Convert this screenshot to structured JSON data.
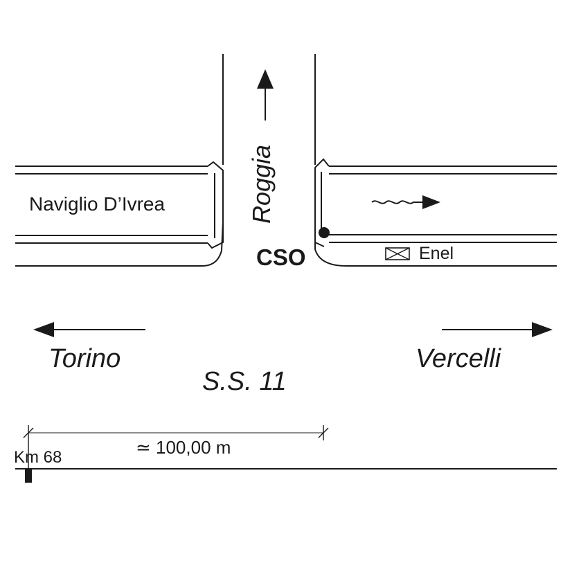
{
  "labels": {
    "canal_west": "Naviglio D’Ivrea",
    "channel": "Roggia",
    "cso": "CSO",
    "enel": "Enel",
    "torino": "Torino",
    "vercelli": "Vercelli",
    "road": "S.S. 11",
    "distance": "≃ 100,00 m",
    "km_marker": "Km 68"
  },
  "icons": {
    "enel": "electrical-cabinet-icon",
    "cso": "cso-outfall-point-icon",
    "flow": "wavy-flow-arrow-icon",
    "channel_arrow": "north-arrow-icon"
  },
  "colors": {
    "ink": "#1a1a1a",
    "background": "#ffffff"
  }
}
